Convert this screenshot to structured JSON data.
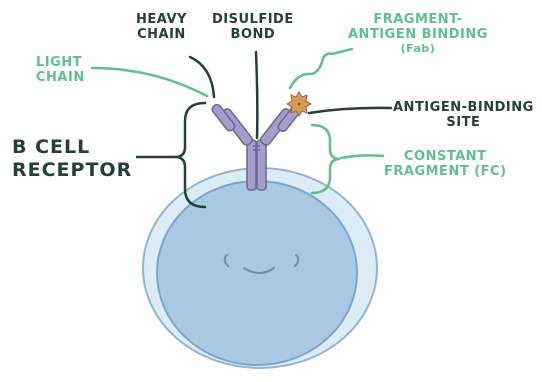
{
  "labels": {
    "heavy_chain": [
      "HEAVY",
      "CHAIN"
    ],
    "disulfide_bond": [
      "DISULFIDE",
      "BOND"
    ],
    "light_chain": [
      "LIGHT",
      "CHAIN"
    ],
    "b_cell_receptor": [
      "B CELL",
      "RECEPTOR"
    ],
    "fab": [
      "FRAGMENT-",
      "ANTIGEN BINDING",
      "(Fab)"
    ],
    "antigen_binding_site": [
      "ANTIGEN-BINDING",
      "SITE"
    ],
    "fc": [
      "CONSTANT",
      "FRAGMENT (Fc)"
    ]
  },
  "colors": {
    "dark_label": "#23403a",
    "green_label": "#5fbf8e",
    "receptor_fill": "#a49fca",
    "cell_outer": "#dcecf6",
    "cell_inner": "#a9c9e3",
    "antigen": "#d59a54"
  }
}
